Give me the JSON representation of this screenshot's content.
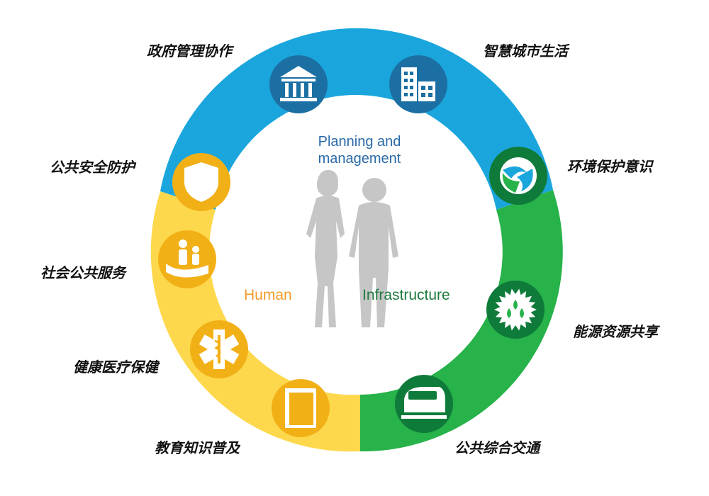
{
  "colors": {
    "blue": "#1aa6dc",
    "blue_dark": "#1c6fa3",
    "green": "#27b24a",
    "green_dark": "#0f7b3a",
    "yellow": "#fdd84c",
    "yellow_dark": "#f2b017",
    "silhouette": "#c6c6c6",
    "title_blue": "#2a6aa8",
    "human_orange": "#f39a2a",
    "infra_green": "#1f7b3f"
  },
  "center": {
    "title_line1": "Planning and",
    "title_line2": "management",
    "human": "Human",
    "infrastructure": "Infrastructure"
  },
  "segments": [
    {
      "id": "government",
      "label": "政府管理协作",
      "icon": "government-building-icon",
      "group": "blue"
    },
    {
      "id": "smart-city",
      "label": "智慧城市生活",
      "icon": "city-buildings-icon",
      "group": "blue"
    },
    {
      "id": "environment",
      "label": "环境保护意识",
      "icon": "environment-swirl-icon",
      "group": "green"
    },
    {
      "id": "energy",
      "label": "能源资源共享",
      "icon": "energy-drops-icon",
      "group": "green"
    },
    {
      "id": "transport",
      "label": "公共综合交通",
      "icon": "train-icon",
      "group": "green"
    },
    {
      "id": "education",
      "label": "教育知识普及",
      "icon": "book-icon",
      "group": "yellow"
    },
    {
      "id": "healthcare",
      "label": "健康医疗保健",
      "icon": "medical-star-icon",
      "group": "yellow"
    },
    {
      "id": "social-service",
      "label": "社会公共服务",
      "icon": "family-hand-icon",
      "group": "yellow"
    },
    {
      "id": "public-safety",
      "label": "公共安全防护",
      "icon": "police-shield-icon",
      "group": "yellow"
    }
  ]
}
